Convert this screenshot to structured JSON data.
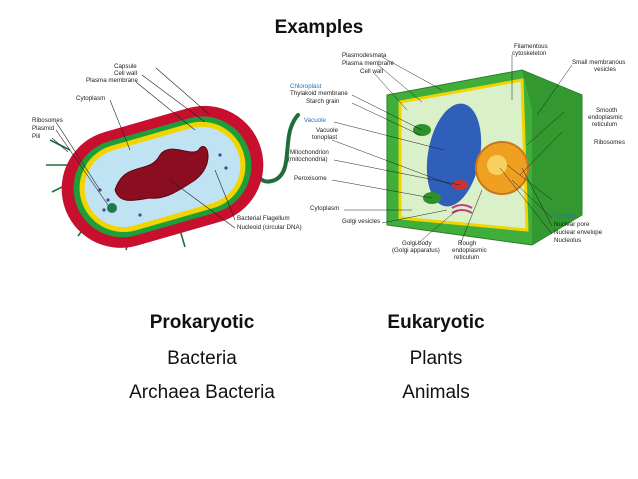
{
  "title": "Examples",
  "prokaryote": {
    "labels": {
      "capsule": "Capsule",
      "cell_wall": "Cell wall",
      "plasma_membrane": "Plasma membrane",
      "cytoplasm": "Cytoplasm",
      "ribosomes": "Ribosomes",
      "plasmid": "Plasmid",
      "pili": "Pili",
      "flagellum": "Bacterial Flagellum",
      "nucleoid": "Nucleoid (circular DNA)"
    }
  },
  "eukaryote": {
    "labels": {
      "chloroplast": "Chloroplast",
      "thylakoid": "Thylakoid membrane",
      "starch": "Starch grain",
      "vacuole": "Vacuole",
      "vacuole_membrane": "Vacuole",
      "tonoplast": "tonoplast",
      "mitochondrion": "Mitochondrion",
      "mitochondria": "(mitochondria)",
      "peroxisome": "Peroxisome",
      "cytoplasm": "Cytoplasm",
      "golgi_vesicles": "Golgi vesicles",
      "golgi_body": "Golgi body",
      "golgi_apparatus": "(Golgi apparatus)",
      "rough_er_1": "Rough",
      "rough_er_2": "endoplasmic",
      "rough_er_3": "reticulum",
      "plasmodesmata": "Plasmodesmata",
      "plasma_membrane": "Plasma membrane",
      "cell_wall": "Cell wall",
      "filamentous_1": "Filamentous",
      "filamentous_2": "cytoskeleton",
      "small_vesicles_1": "Small membranous",
      "small_vesicles_2": "vesicles",
      "smooth_er_1": "Smooth",
      "smooth_er_2": "endoplasmic",
      "smooth_er_3": "reticulum",
      "ribosomes": "Ribosomes",
      "nucleus": "Nucleus",
      "nuclear_pore": "Nuclear pore",
      "nuclear_envelope": "Nuclear envelope",
      "nucleolus": "Nucleolus"
    }
  },
  "columns": {
    "prokaryotic": {
      "heading": "Prokaryotic",
      "items": [
        "Bacteria",
        "Archaea Bacteria"
      ]
    },
    "eukaryotic": {
      "heading": "Eukaryotic",
      "items": [
        "Plants",
        "Animals"
      ]
    }
  },
  "colors": {
    "capsule": "#c8102e",
    "cell_wall": "#1e9e3a",
    "membrane": "#f2d500",
    "cytoplasm": "#bfe3f2",
    "dna": "#8b0d20",
    "plant_wall": "#3fae3a",
    "plant_vacuole": "#2f5fb8",
    "plant_nucleus": "#f0a020"
  }
}
